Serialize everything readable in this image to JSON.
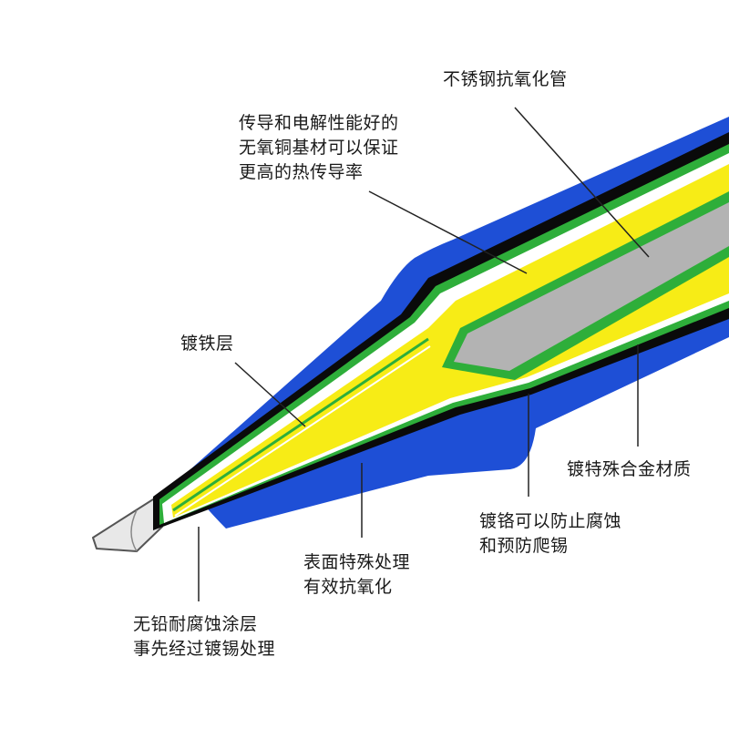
{
  "labels": {
    "stainless_tube": {
      "lines": [
        "不锈钢抗氧化管"
      ]
    },
    "copper_base": {
      "lines": [
        "传导和电解性能好的",
        "无氧铜基材可以保证",
        "更高的热传导率"
      ]
    },
    "iron_plating": {
      "lines": [
        "镀铁层"
      ]
    },
    "special_alloy": {
      "lines": [
        "镀特殊合金材质"
      ]
    },
    "chrome_plating": {
      "lines": [
        "镀铬可以防止腐蚀",
        "和预防爬锡"
      ]
    },
    "surface_treatment": {
      "lines": [
        "表面特殊处理",
        "有效抗氧化"
      ]
    },
    "lead_free_coating": {
      "lines": [
        "无铅耐腐蚀涂层",
        "事先经过镀锡处理"
      ]
    }
  },
  "colors": {
    "outer_shell": "#1e4fd6",
    "black_layer": "#0a0a0a",
    "green_layer": "#2eae3a",
    "white_layer": "#ffffff",
    "yellow_core": "#f7ec16",
    "gray_tube": "#b3b3b3",
    "silver_tip": "#e8e8e8",
    "leader_line": "#222222"
  }
}
